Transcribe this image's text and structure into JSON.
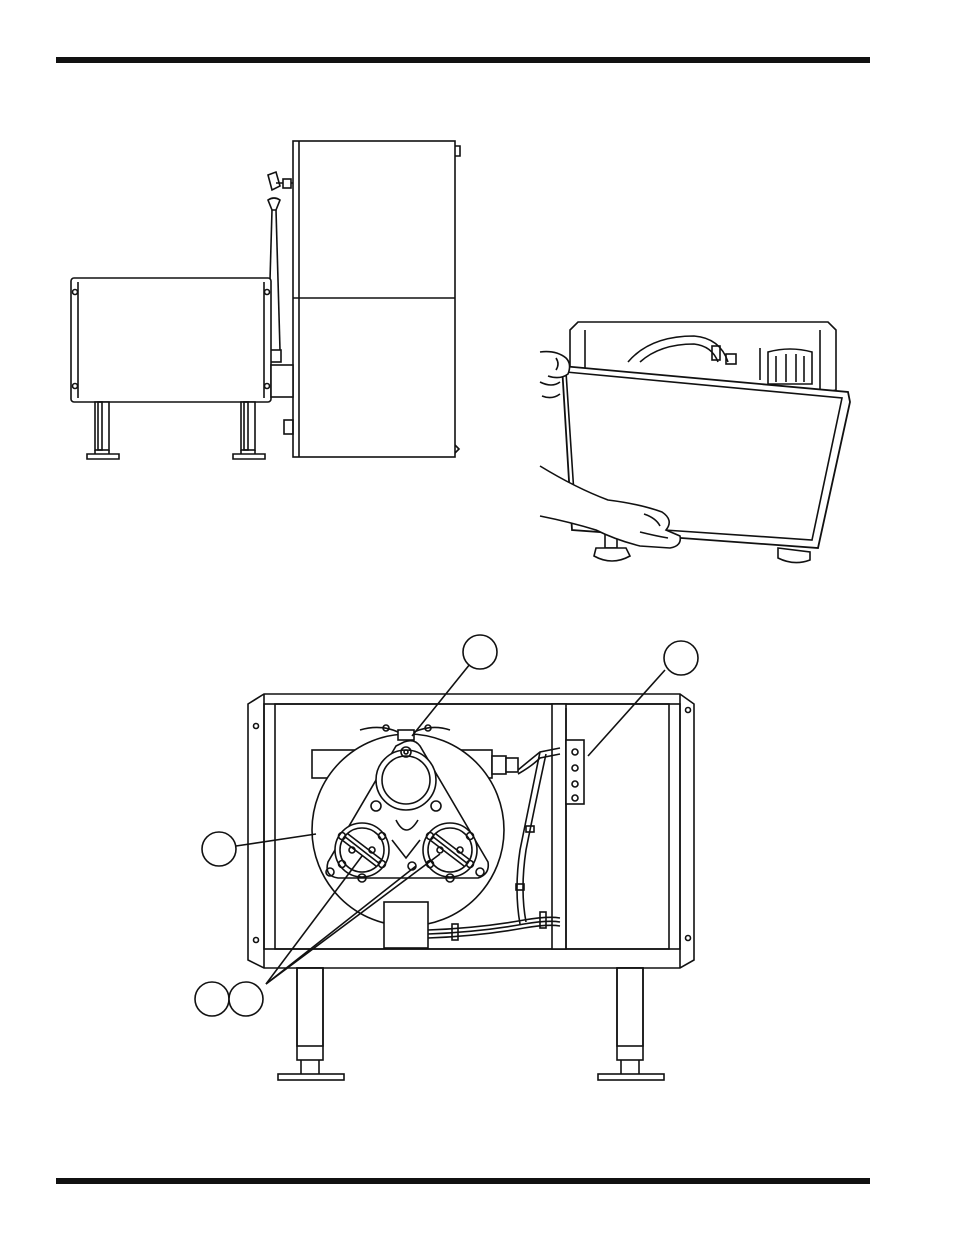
{
  "page": {
    "header_rule": true,
    "footer_rule": true
  },
  "figures": [
    {
      "id": "side-view",
      "description_icon": "fryer-side-view-illustration"
    },
    {
      "id": "panel-removal",
      "description_icon": "hands-removing-panel-illustration"
    },
    {
      "id": "rear-view",
      "description_icon": "pump-motor-assembly-illustration"
    }
  ],
  "callouts": [
    {
      "id": "callout-1",
      "label": ""
    },
    {
      "id": "callout-2",
      "label": ""
    },
    {
      "id": "callout-3",
      "label": ""
    },
    {
      "id": "callout-4",
      "label": ""
    },
    {
      "id": "callout-5",
      "label": ""
    }
  ],
  "colors": {
    "ink": "#111111",
    "paper": "#ffffff",
    "shade": "#cccccc"
  }
}
